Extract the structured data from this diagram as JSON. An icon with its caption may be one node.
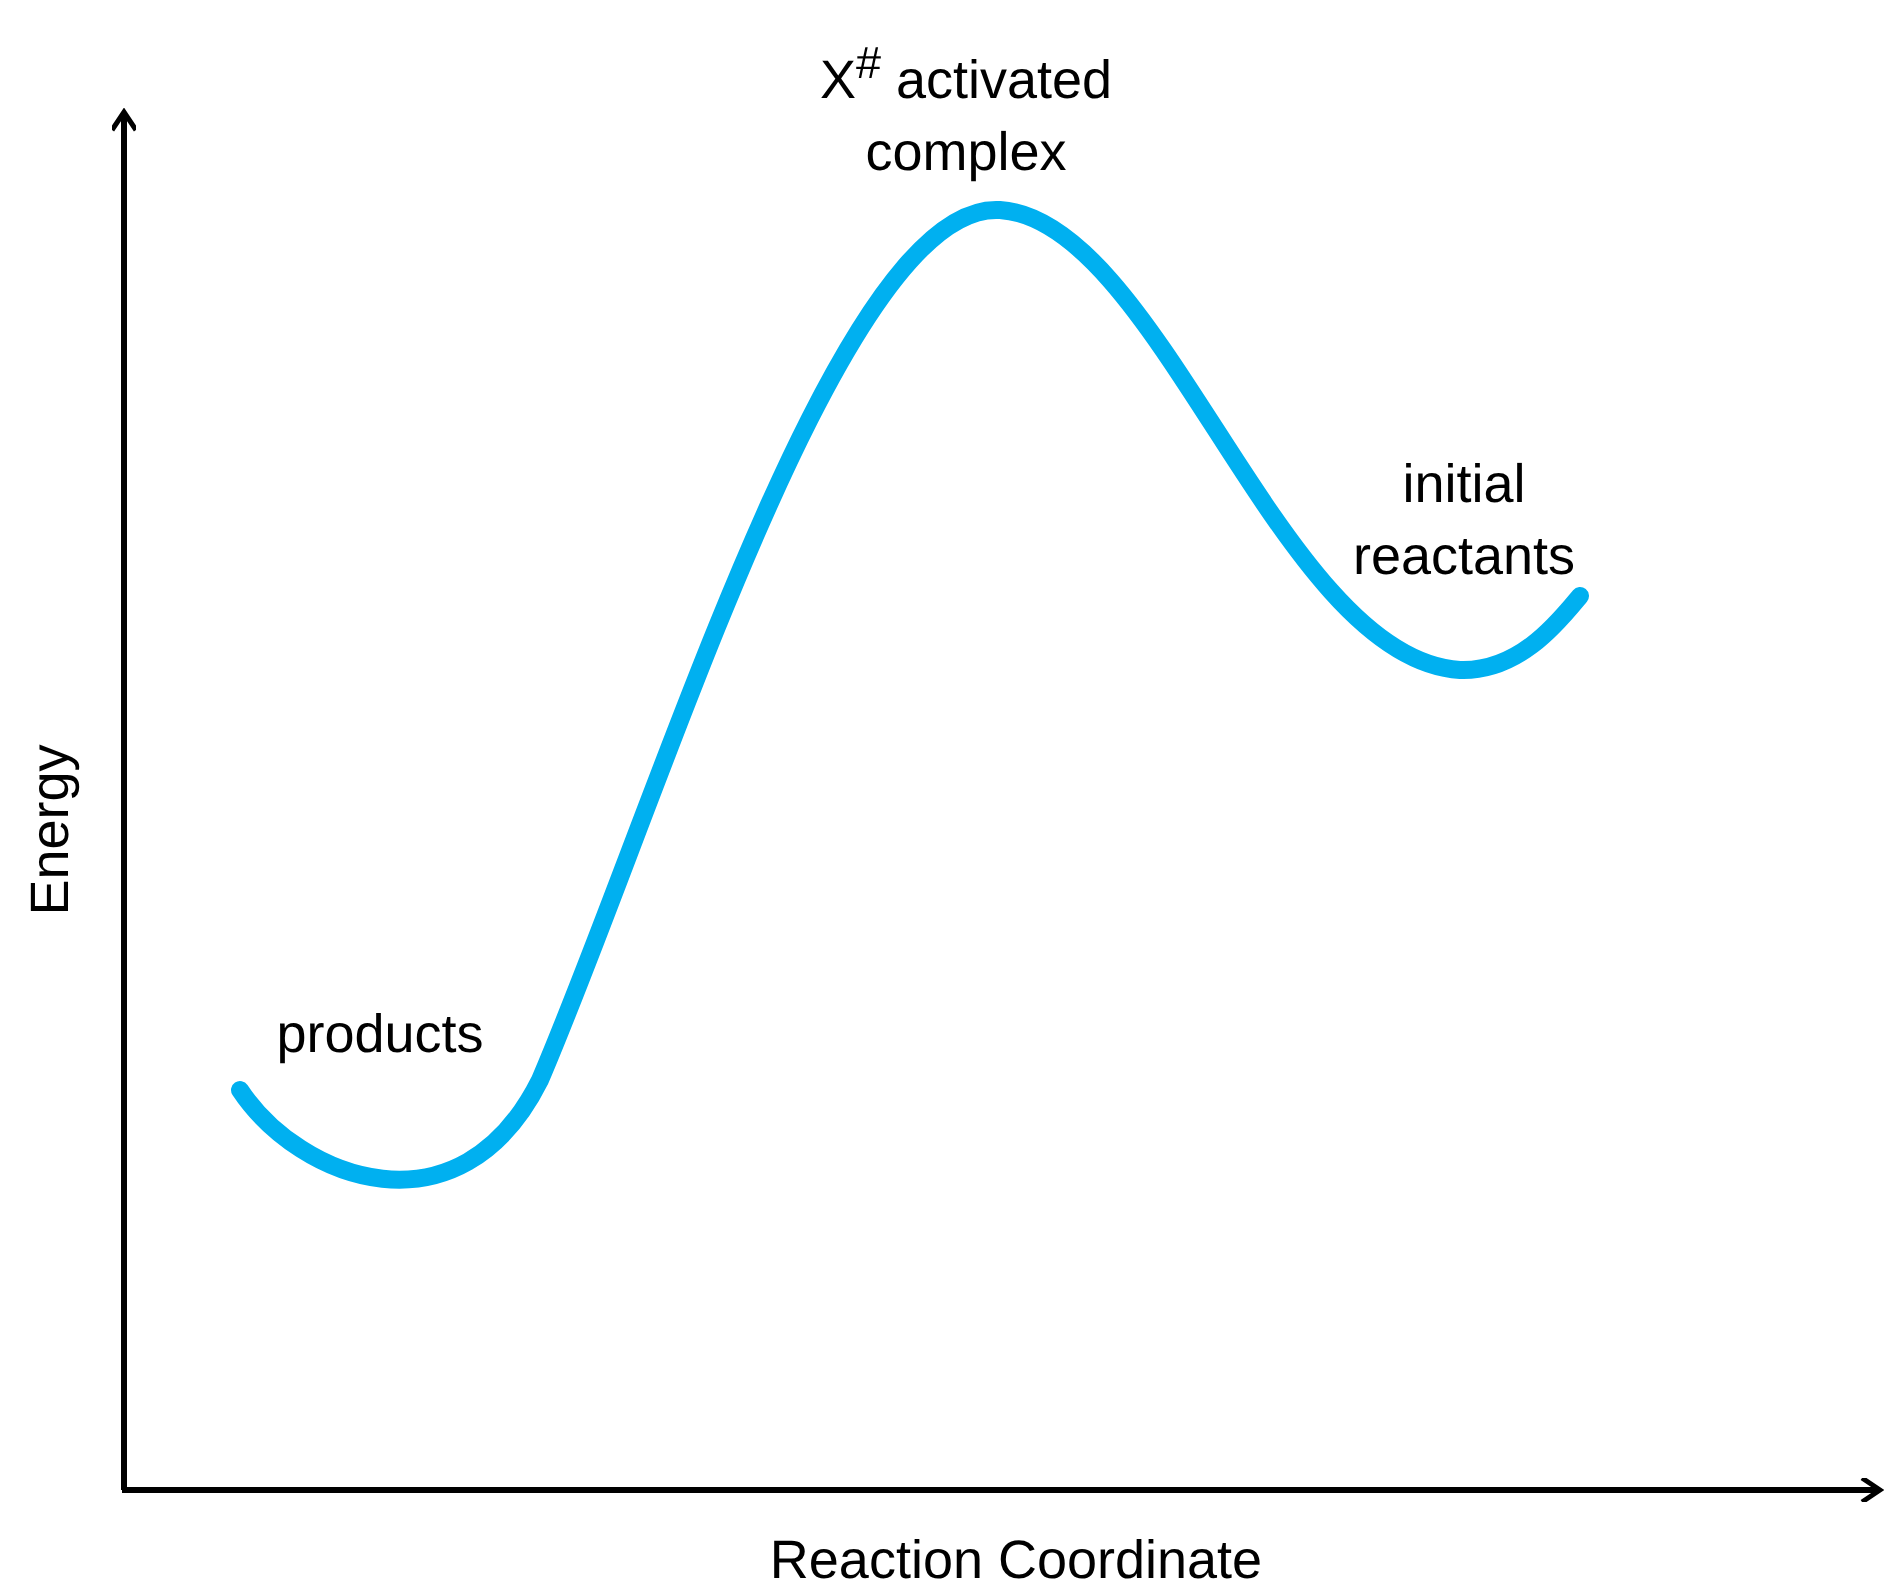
{
  "diagram": {
    "labels": [
      "X$^{#}$ activated complex",
      "initial reactants",
      "products",
      "Energy",
      "Reaction Coordinate"
    ]
  }
}
